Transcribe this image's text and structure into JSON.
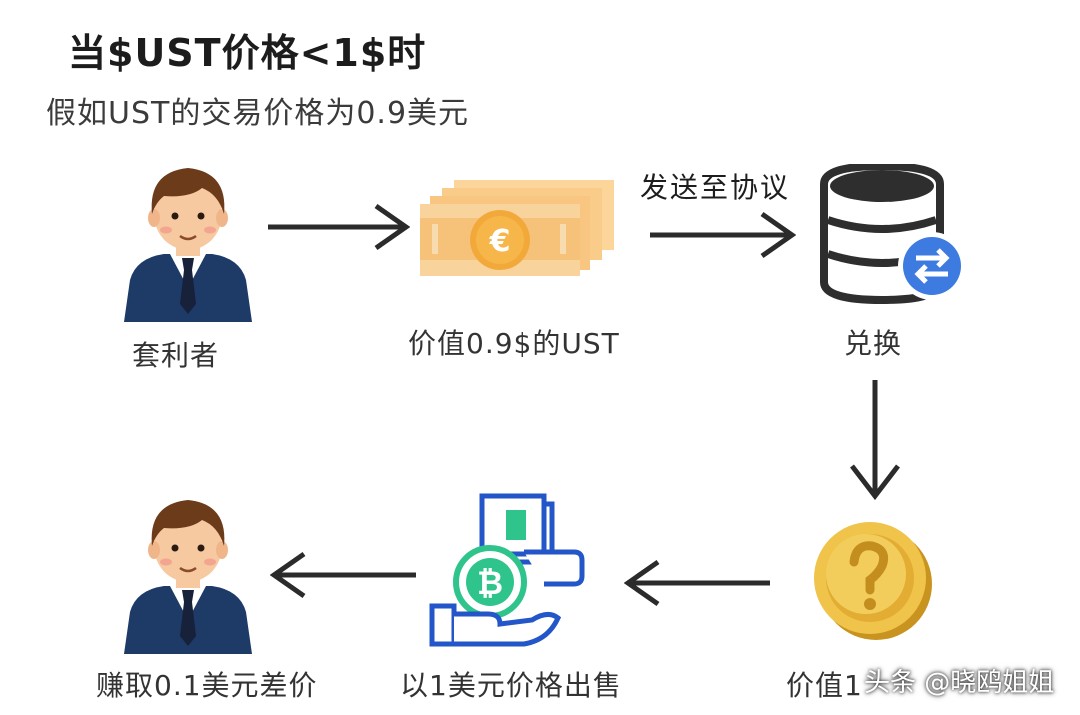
{
  "title": "当$UST价格<1$时",
  "subtitle": "假如UST的交易价格为0.9美元",
  "arrow_label": "发送至协议",
  "nodes": {
    "arbitrageur": "套利者",
    "ust_value": "价值0.9$的UST",
    "exchange": "兑换",
    "coin_value": "价值1",
    "sell": "以1美元价格出售",
    "profit": "赚取0.1美元差价"
  },
  "watermark": "头条 @晓鸥姐姐",
  "colors": {
    "arrow": "#2b2b2b",
    "suit": "#1e3a66",
    "hair": "#6b3b1a",
    "skin": "#f6c9a1",
    "money": "#f6c279",
    "coin_gold": "#e8b33a",
    "db_dark": "#2e2e2e",
    "swap_blue": "#3d7be0",
    "bitcoin_green": "#2fc48b",
    "hand_blue": "#2356c9"
  },
  "icons": [
    "person-icon",
    "banknotes-icon",
    "database-swap-icon",
    "question-coin-icon",
    "bitcoin-hand-icon"
  ]
}
